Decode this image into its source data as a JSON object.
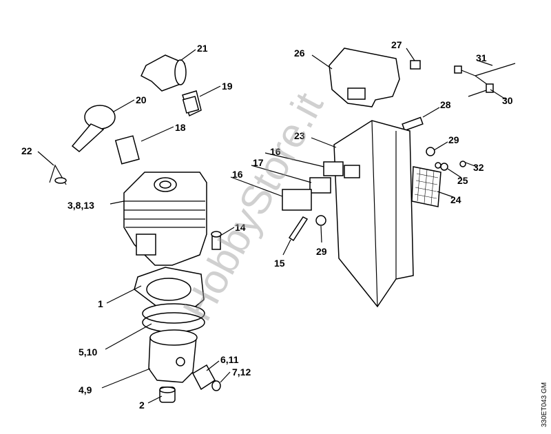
{
  "diagram": {
    "labels": [
      {
        "id": "21",
        "text": "21"
      },
      {
        "id": "19",
        "text": "19"
      },
      {
        "id": "20",
        "text": "20"
      },
      {
        "id": "18",
        "text": "18"
      },
      {
        "id": "22",
        "text": "22"
      },
      {
        "id": "3-8-13",
        "text": "3,8,13"
      },
      {
        "id": "14",
        "text": "14"
      },
      {
        "id": "1",
        "text": "1"
      },
      {
        "id": "5-10",
        "text": "5,10"
      },
      {
        "id": "4-9",
        "text": "4,9"
      },
      {
        "id": "2",
        "text": "2"
      },
      {
        "id": "6-11",
        "text": "6,11"
      },
      {
        "id": "7-12",
        "text": "7,12"
      },
      {
        "id": "26",
        "text": "26"
      },
      {
        "id": "27",
        "text": "27"
      },
      {
        "id": "31",
        "text": "31"
      },
      {
        "id": "30",
        "text": "30"
      },
      {
        "id": "28",
        "text": "28"
      },
      {
        "id": "23",
        "text": "23"
      },
      {
        "id": "16a",
        "text": "16"
      },
      {
        "id": "17",
        "text": "17"
      },
      {
        "id": "16b",
        "text": "16"
      },
      {
        "id": "29a",
        "text": "29"
      },
      {
        "id": "32",
        "text": "32"
      },
      {
        "id": "25",
        "text": "25"
      },
      {
        "id": "24",
        "text": "24"
      },
      {
        "id": "15",
        "text": "15"
      },
      {
        "id": "29b",
        "text": "29"
      }
    ],
    "watermark": "HobbyStore.it",
    "drawing_code": "330ET043 GM"
  }
}
